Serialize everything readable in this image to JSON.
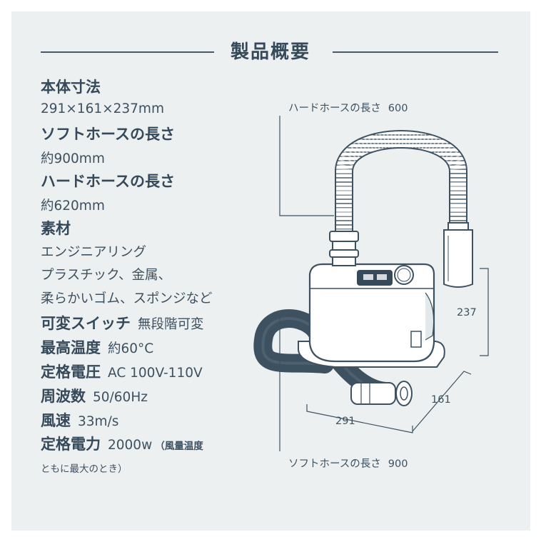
{
  "title": "製品概要",
  "specs": {
    "dimensions_label": "本体寸法",
    "dimensions_value": "291×161×237mm",
    "soft_hose_label": "ソフトホースの長さ",
    "soft_hose_value": "約900mm",
    "hard_hose_label": "ハードホースの長さ",
    "hard_hose_value": "約620mm",
    "material_label": "素材",
    "material_line1": "エンジニアリング",
    "material_line2": "プラスチック、金属、",
    "material_line3": "柔らかいゴム、スポンジなど",
    "switch_label": "可変スイッチ",
    "switch_value": "無段階可変",
    "max_temp_label": "最高温度",
    "max_temp_value": "約60°C",
    "voltage_label": "定格電圧",
    "voltage_value": "AC 100V-110V",
    "frequency_label": "周波数",
    "frequency_value": "50/60Hz",
    "wind_label": "風速",
    "wind_value": "33m/s",
    "power_label": "定格電力",
    "power_value": "2000w",
    "power_note1": "（風量温度",
    "power_note2": "ともに最大のとき）"
  },
  "diagram": {
    "hard_hose_label": "ハードホースの長さ",
    "hard_hose_value": "600",
    "soft_hose_label": "ソフトホースの長さ",
    "soft_hose_value": "900",
    "height": "237",
    "depth": "161",
    "width": "291"
  },
  "colors": {
    "ink": "#35495a",
    "panel": "#edf0f0",
    "device_fill": "#ffffff",
    "hose_dark": "#3d5161"
  }
}
